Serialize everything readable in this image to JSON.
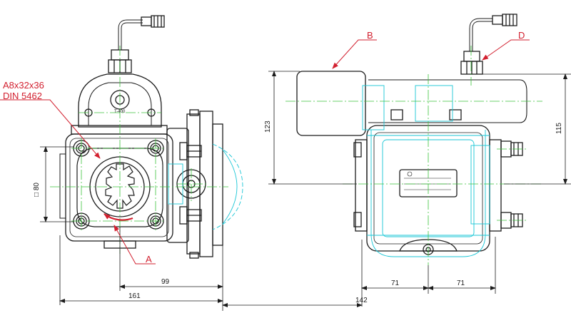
{
  "callouts": {
    "spline": "A8x32x36",
    "standard": "DIN 5462",
    "A": "A",
    "B": "B",
    "D": "D"
  },
  "dimensions": {
    "square": "□ 80",
    "d99": "99",
    "d161": "161",
    "d123": "123",
    "d115": "115",
    "d71_left": "71",
    "d71_right": "71",
    "d142": "142"
  },
  "labels": {
    "cap_mark": "T-400"
  },
  "colors": {
    "outline": "#1c1c1c",
    "hidden": "#19c6d6",
    "center": "#3cc43c",
    "callout": "#d2202f"
  }
}
